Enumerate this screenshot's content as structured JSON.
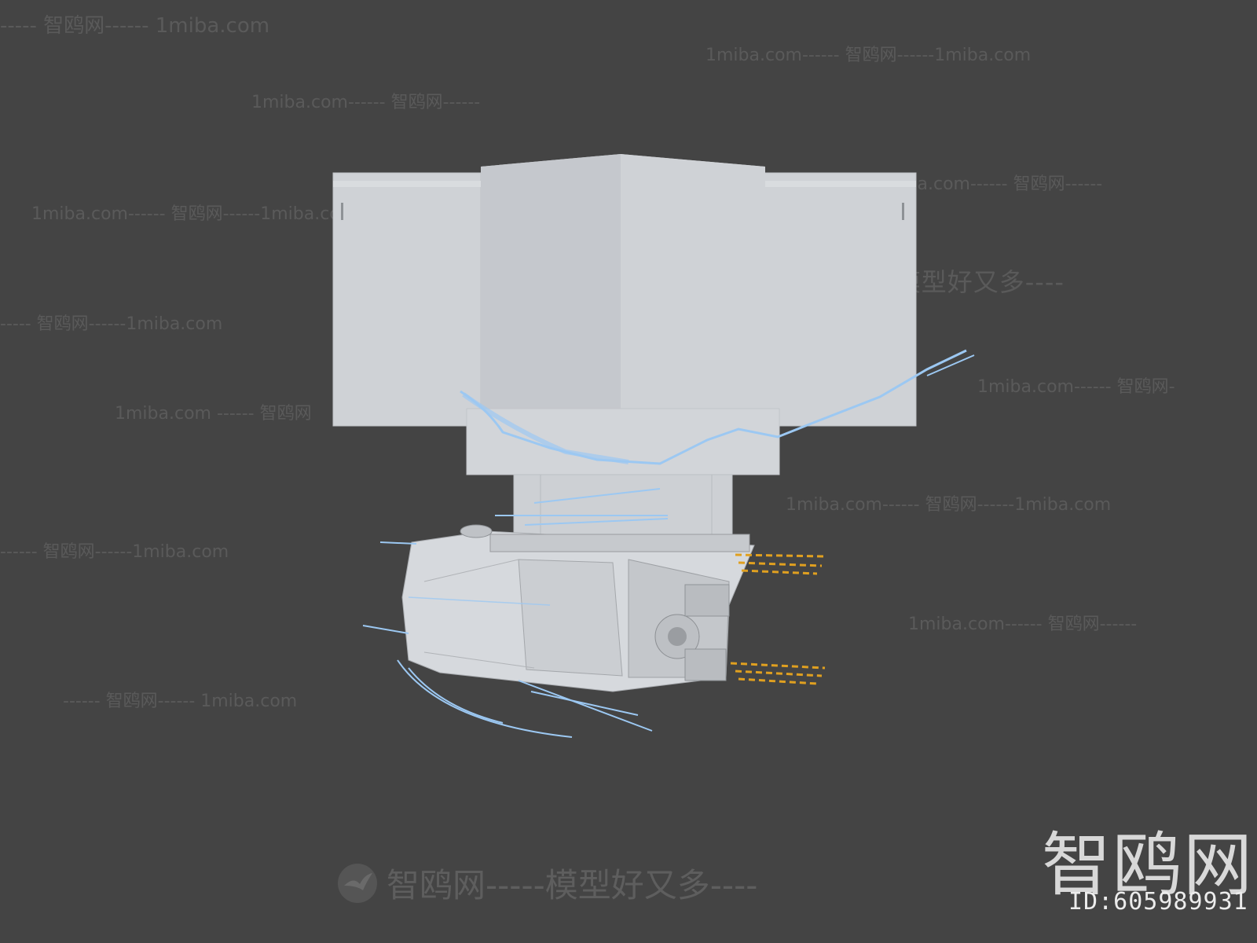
{
  "watermarks": [
    "----- 智鸥网------ 1miba.com",
    "1miba.com------ 智鸥网------1miba.com",
    "1miba.com------ 智鸥网------",
    "1miba.com------ 智鸥网------1miba.com",
    "1miba.com------ 智鸥网------",
    "智鸥网-----模型好又多----",
    "----- 智鸥网------1miba.com",
    "1miba.com------ 智鸥网-",
    "1miba.com ------ 智鸥网",
    "1miba.com------ 智鸥网------1miba.com",
    "------ 智鸥网------1miba.com",
    "1miba.com------ 智鸥网------",
    "------ 智鸥网------ 1miba.com"
  ],
  "bottom_banner": "智鸥网-----模型好又多----",
  "corner_logo": "智鸥网",
  "image_id": "ID:605989931",
  "colors": {
    "background": "#444444",
    "model": "#d4d7db",
    "light_streak": "#9cc8f2",
    "exhaust": "#e0a020"
  },
  "icons": [
    "bird-logo-icon"
  ]
}
